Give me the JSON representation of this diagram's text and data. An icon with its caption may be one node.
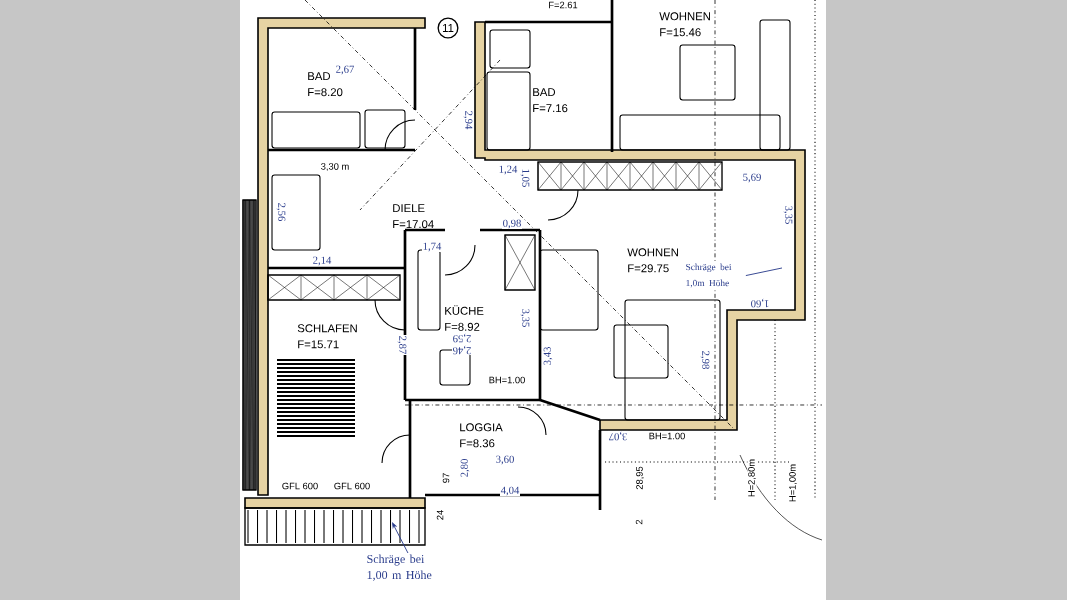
{
  "diagram": {
    "nodes": [
      {
        "text": [
          "BAD",
          "F=8.20"
        ]
      },
      {
        "text": [
          "BAD",
          "F=7.16"
        ]
      },
      {
        "text": [
          "WOHNEN",
          "F=15.46"
        ]
      },
      {
        "text": [
          "DIELE",
          "F=17.04"
        ]
      },
      {
        "text": [
          "WOHNEN",
          "F=29.75"
        ]
      },
      {
        "text": [
          "SCHLAFEN",
          "F=15.71"
        ]
      },
      {
        "text": [
          "KÜCHE",
          "F=8.92"
        ]
      },
      {
        "text": [
          "LOGGIA",
          "F=8.36"
        ]
      },
      {
        "text": [
          "11"
        ]
      },
      {
        "text": [
          "Schräge bei 1,00 m Höhe"
        ]
      },
      {
        "text": [
          "Schräge bei 1,0m Höhe"
        ]
      }
    ],
    "edges": [
      {
        "from": 9,
        "to": null,
        "arrow": "to"
      },
      {
        "from": 10,
        "to": null,
        "arrow": "none"
      }
    ],
    "labels": [
      "F=2.61",
      "2,67",
      "2,94",
      "3,30 m",
      "1,24",
      "1,05",
      "5,69",
      "2,56",
      "0,98",
      "1,74",
      "2,14",
      "3,35",
      "3,35",
      "2,87",
      "2,59",
      "2,46",
      "3,43",
      "BH=1.00",
      "1,60",
      "2,98",
      "3,07",
      "BH=1.00",
      "3,60",
      "2,80",
      "97",
      "GFL 600",
      "GFL 600",
      "4,04",
      "28,95",
      "H=2,80m",
      "H=1,00m",
      "24",
      "2"
    ]
  }
}
